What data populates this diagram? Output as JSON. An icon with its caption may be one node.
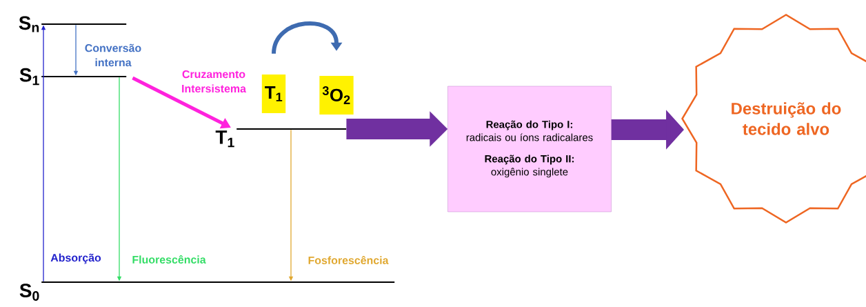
{
  "diagram": {
    "nodes": [
      {
        "text": [
          "S$_{n}$"
        ]
      },
      {
        "text": [
          "S$_{1}$"
        ]
      },
      {
        "text": [
          "T$_{1}$"
        ]
      },
      {
        "text": [
          "S$_{0}$"
        ]
      },
      {
        "text": [
          "T$_{1}$"
        ]
      },
      {
        "text": [
          "$^{3}$O$_{2}$"
        ]
      },
      {
        "text": [
          "Reação do Tipo I:",
          "radicais ou íons radicalares",
          "Reação do Tipo II:",
          "oxigênio singlete"
        ]
      },
      {
        "text": [
          "Destruição do tecido alvo"
        ]
      }
    ],
    "edges": [
      {
        "from": 3,
        "to": 0,
        "arrow": "to",
        "label": "Absorção",
        "color": "#2222cc"
      },
      {
        "from": 0,
        "to": 1,
        "arrow": "to",
        "label": "Conversão interna",
        "color": "#4472c4"
      },
      {
        "from": 1,
        "to": 3,
        "arrow": "to",
        "label": "Fluorescência",
        "color": "#33dd66"
      },
      {
        "from": 1,
        "to": 2,
        "arrow": "to",
        "label": "Cruzamento Intersistema",
        "color": "#ff22dd",
        "style": "thick"
      },
      {
        "from": 2,
        "to": 3,
        "arrow": "to",
        "label": "Fosforescência",
        "color": "#e0a830"
      },
      {
        "from": 4,
        "to": 5,
        "arrow": "to",
        "color": "#3e6bb0",
        "style": "thick"
      },
      {
        "from": 2,
        "to": 6,
        "arrow": "to",
        "color": "#7030a0",
        "style": "thick"
      },
      {
        "from": 6,
        "to": 7,
        "arrow": "to",
        "color": "#7030a0",
        "style": "thick"
      }
    ]
  }
}
